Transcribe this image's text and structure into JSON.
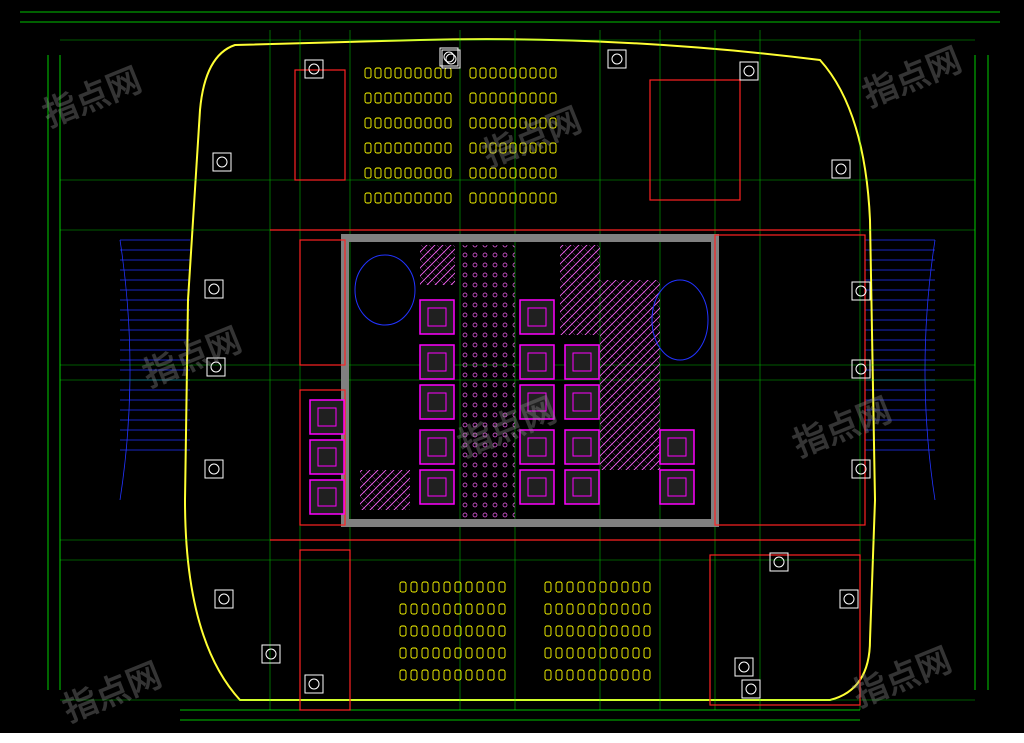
{
  "drawing": {
    "type": "architectural-floor-plan",
    "colors": {
      "background": "#000000",
      "outer_wall": "#ffff33",
      "grid": "#00ff00",
      "wall": "#ff2222",
      "shaft": "#ff00ff",
      "seats": "#ffff00",
      "core": "#808080",
      "hatch": "#ff66ff",
      "facade_lines": "#2233ff",
      "cyan_text": "#00ffff"
    }
  },
  "watermark": {
    "text": "指点网",
    "count": 8
  },
  "seat_blocks": {
    "top_rows": 6,
    "bottom_rows": 5
  },
  "elevators": {
    "count": 19,
    "icon": "elevator-icon"
  },
  "columns": {
    "count": 20,
    "icon": "column-icon"
  }
}
